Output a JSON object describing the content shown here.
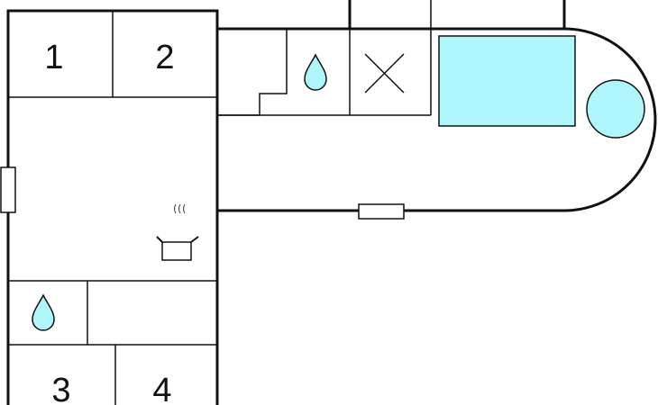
{
  "rooms": [
    {
      "id": "bedroom-1",
      "label": "1"
    },
    {
      "id": "bedroom-2",
      "label": "2"
    },
    {
      "id": "bedroom-3",
      "label": "3"
    },
    {
      "id": "bedroom-4",
      "label": "4"
    }
  ],
  "icons": {
    "kitchen": "stove-pot-icon",
    "bathroom": "water-drop-icon",
    "pool": "pool-rectangle",
    "hot_tub": "hot-tub-circle",
    "storage": "cross-icon"
  },
  "colors": {
    "wall": "#111111",
    "water": "#aef6fb",
    "background": "#ffffff"
  }
}
